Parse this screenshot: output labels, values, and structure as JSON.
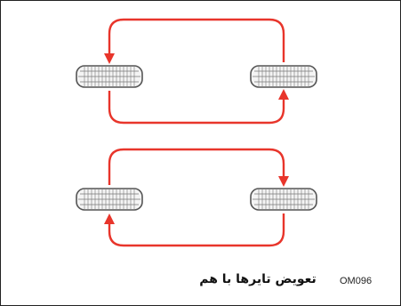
{
  "figure": {
    "caption": "تعویض تایرها با هم",
    "code": "OM096"
  },
  "colors": {
    "arrow": "#e8352b",
    "tire_outline": "#555555",
    "tread": "#777777",
    "frame": "#222222"
  },
  "diagrams": [
    {
      "name": "top",
      "arrows": [
        "right-to-left-over-top",
        "left-to-right-under-bottom"
      ]
    },
    {
      "name": "bottom",
      "arrows": [
        "left-to-right-over-top",
        "right-to-left-under-bottom"
      ]
    }
  ]
}
